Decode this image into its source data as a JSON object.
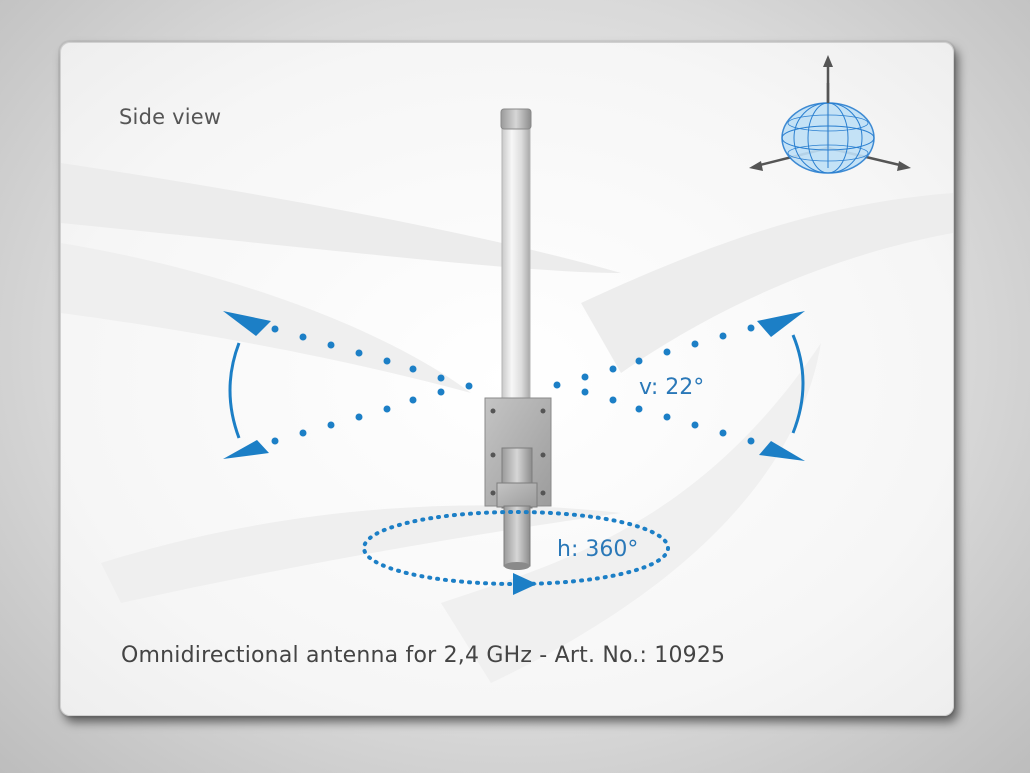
{
  "side_view_label": "Side view",
  "vertical_angle_label": "v: 22°",
  "horizontal_angle_label": "h: 360°",
  "caption": "Omnidirectional antenna for 2,4 GHz - Art. No.: 10925",
  "colors": {
    "accent_blue": "#1c7fc6",
    "text_gray": "#555555",
    "card_background": "#f6f6f6"
  },
  "icons": [
    "radiation-pattern-icon"
  ]
}
